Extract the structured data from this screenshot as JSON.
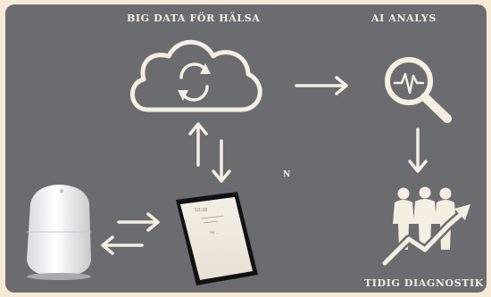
{
  "diagram": {
    "labels": {
      "big_data": "BIG DATA FÖR HÄLSA",
      "ai_analysis": "AI ANALYS",
      "early_diagnostics": "TIDIG DIAGNOSTIK",
      "center_letter": "N"
    },
    "phone_screen": {
      "time": "10:08",
      "message": "Ho ..."
    },
    "icons": [
      "cloud-sync-icon",
      "magnifier-heartbeat-icon",
      "people-growth-icon",
      "home-device-icon",
      "smartphone-icon"
    ],
    "colors": {
      "background": "#6b6c70",
      "foreground": "#f4efe1",
      "page": "#f6ead6"
    }
  }
}
